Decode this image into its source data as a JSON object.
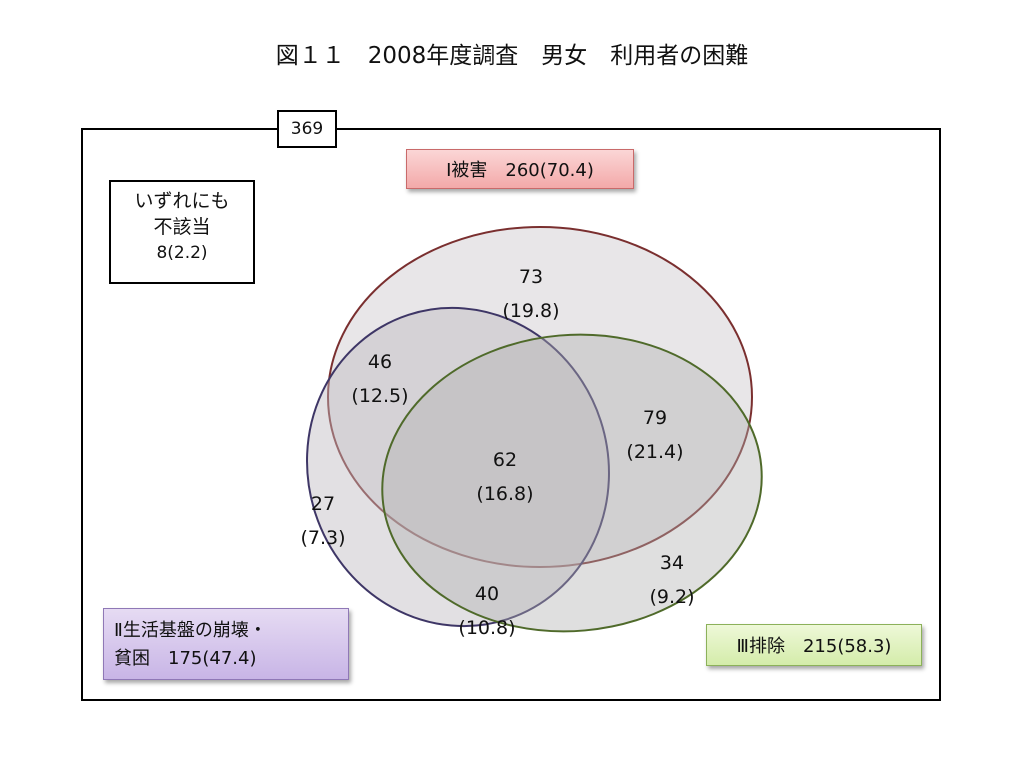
{
  "title": "図１１　2008年度調査　男女　利用者の困難",
  "total": "369",
  "none": {
    "line1": "いずれにも",
    "line2": "不該当",
    "value": "8(2.2)"
  },
  "sets": {
    "victim": {
      "label": "Ⅰ被害　260(70.4)",
      "color": "#8b3a3a"
    },
    "poverty": {
      "label_line1": "Ⅱ生活基盤の崩壊・",
      "label_line2": "貧困　175(47.4)",
      "color": "#4b3f78"
    },
    "exclusion": {
      "label": "Ⅲ排除　215(58.3)",
      "color": "#556b2f"
    }
  },
  "regions": [
    {
      "id": "victim-only",
      "count": "73",
      "pct": "(19.8)"
    },
    {
      "id": "victim-poverty",
      "count": "46",
      "pct": "(12.5)"
    },
    {
      "id": "victim-exclusion",
      "count": "79",
      "pct": "(21.4)"
    },
    {
      "id": "all-three",
      "count": "62",
      "pct": "(16.8)"
    },
    {
      "id": "poverty-only",
      "count": "27",
      "pct": "(7.3)"
    },
    {
      "id": "poverty-exclusion",
      "count": "40",
      "pct": "(10.8)"
    },
    {
      "id": "exclusion-only",
      "count": "34",
      "pct": "(9.2)"
    }
  ]
}
